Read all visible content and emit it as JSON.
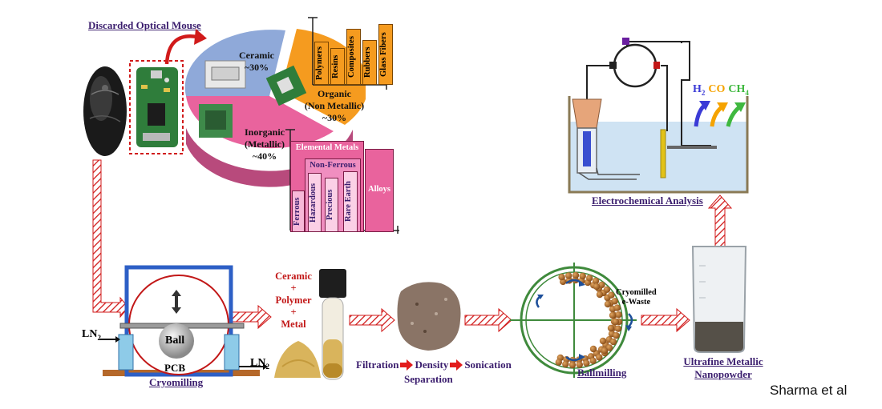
{
  "top_left": {
    "title": "Discarded Optical Mouse",
    "pie": [
      {
        "label": "Ceramic",
        "pct": "~30%",
        "color": "#8fa9d9"
      },
      {
        "label": "Organic",
        "label2": "(Non Metallic)",
        "pct": "~30%",
        "color": "#f59b1f"
      },
      {
        "label": "Inorganic",
        "label2": "(Metallic)",
        "pct": "~40%",
        "color": "#e9639d"
      }
    ],
    "organic_bars": [
      "Polymers",
      "Resins",
      "Composites",
      "Rubbers",
      "Glass Fibers"
    ],
    "metal_bars": {
      "elemental": "Elemental Metals",
      "non_ferrous": "Non-Ferrous",
      "items": [
        "Ferrous",
        "Hazardous",
        "Precious",
        "Rare Earth"
      ],
      "alloys": "Alloys"
    }
  },
  "top_right": {
    "title": "Electrochemical Analysis",
    "gases": [
      {
        "text": "H",
        "sub": "2",
        "color": "#3b3bd6"
      },
      {
        "text": "CO",
        "sub": "",
        "color": "#f5a300"
      },
      {
        "text": "CH",
        "sub": "4",
        "color": "#3fb83f"
      }
    ]
  },
  "process": {
    "ln2_in": {
      "main": "LN",
      "sub": "2"
    },
    "ln2_out": {
      "main": "LN",
      "sub": "2"
    },
    "ball": "Ball",
    "pcb": "PCB",
    "cryomilling": "Cryomilling",
    "mixture": [
      "Ceramic",
      "+",
      "Polymer",
      "+",
      "Metal"
    ],
    "steps": [
      "Filtration",
      "Density",
      "Sonication"
    ],
    "separation": "Separation",
    "cryomilled": [
      "Cryomilled",
      "e-Waste"
    ],
    "ballmilling": "Ballmilling",
    "product": [
      "Ultrafine Metallic",
      "Nanopowder"
    ]
  },
  "credit": "Sharma et al"
}
